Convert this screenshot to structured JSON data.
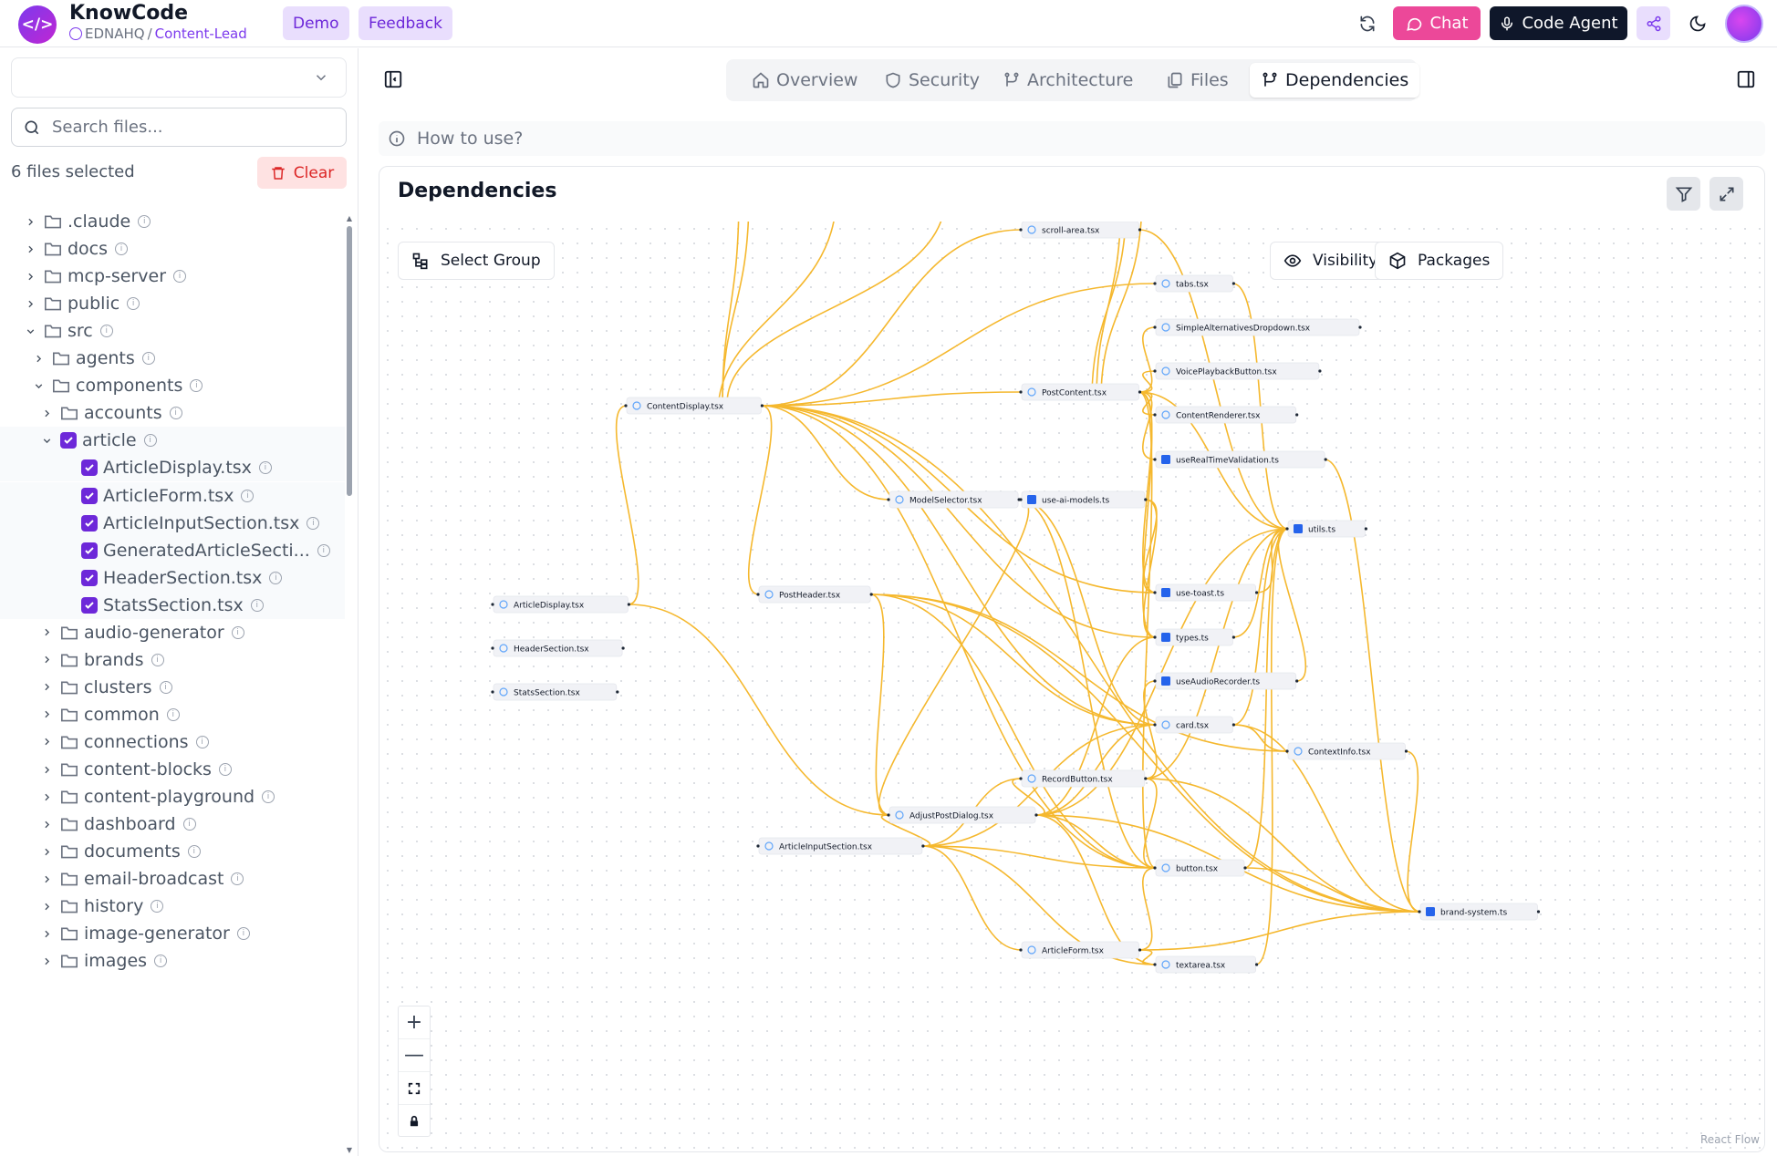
{
  "header": {
    "logo_glyph": "</>",
    "title": "KnowCode",
    "org": "EDNAHQ",
    "separator": "/",
    "repo": "Content-Lead",
    "demo_label": "Demo",
    "feedback_label": "Feedback",
    "chat_label": "Chat",
    "agent_label": "Code Agent",
    "accent": "#7c3aed",
    "chat_color": "#ec4899"
  },
  "sidebar": {
    "search_placeholder": "Search files...",
    "selected_text": "6 files selected",
    "clear_label": "Clear",
    "tree": [
      {
        "label": ".claude",
        "type": "folder",
        "depth": 0,
        "expanded": false
      },
      {
        "label": "docs",
        "type": "folder",
        "depth": 0,
        "expanded": false
      },
      {
        "label": "mcp-server",
        "type": "folder",
        "depth": 0,
        "expanded": false
      },
      {
        "label": "public",
        "type": "folder",
        "depth": 0,
        "expanded": false
      },
      {
        "label": "src",
        "type": "folder",
        "depth": 0,
        "expanded": true
      },
      {
        "label": "agents",
        "type": "folder",
        "depth": 1,
        "expanded": false
      },
      {
        "label": "components",
        "type": "folder",
        "depth": 1,
        "expanded": true
      },
      {
        "label": "accounts",
        "type": "folder",
        "depth": 2,
        "expanded": false
      },
      {
        "label": "article",
        "type": "checked-folder",
        "depth": 2,
        "expanded": true
      },
      {
        "label": "ArticleDisplay.tsx",
        "type": "checked-file",
        "depth": 3
      },
      {
        "label": "ArticleForm.tsx",
        "type": "checked-file",
        "depth": 3
      },
      {
        "label": "ArticleInputSection.tsx",
        "type": "checked-file",
        "depth": 3
      },
      {
        "label": "GeneratedArticleSecti...",
        "type": "checked-file",
        "depth": 3
      },
      {
        "label": "HeaderSection.tsx",
        "type": "checked-file",
        "depth": 3
      },
      {
        "label": "StatsSection.tsx",
        "type": "checked-file",
        "depth": 3
      },
      {
        "label": "audio-generator",
        "type": "folder",
        "depth": 2,
        "expanded": false
      },
      {
        "label": "brands",
        "type": "folder",
        "depth": 2,
        "expanded": false
      },
      {
        "label": "clusters",
        "type": "folder",
        "depth": 2,
        "expanded": false
      },
      {
        "label": "common",
        "type": "folder",
        "depth": 2,
        "expanded": false
      },
      {
        "label": "connections",
        "type": "folder",
        "depth": 2,
        "expanded": false
      },
      {
        "label": "content-blocks",
        "type": "folder",
        "depth": 2,
        "expanded": false
      },
      {
        "label": "content-playground",
        "type": "folder",
        "depth": 2,
        "expanded": false
      },
      {
        "label": "dashboard",
        "type": "folder",
        "depth": 2,
        "expanded": false
      },
      {
        "label": "documents",
        "type": "folder",
        "depth": 2,
        "expanded": false
      },
      {
        "label": "email-broadcast",
        "type": "folder",
        "depth": 2,
        "expanded": false
      },
      {
        "label": "history",
        "type": "folder",
        "depth": 2,
        "expanded": false
      },
      {
        "label": "image-generator",
        "type": "folder",
        "depth": 2,
        "expanded": false
      },
      {
        "label": "images",
        "type": "folder",
        "depth": 2,
        "expanded": false
      }
    ]
  },
  "tabs": [
    {
      "label": "Overview",
      "icon": "home-icon",
      "active": false
    },
    {
      "label": "Security",
      "icon": "shield-icon",
      "active": false
    },
    {
      "label": "Architecture",
      "icon": "architecture-icon",
      "active": false
    },
    {
      "label": "Files",
      "icon": "files-icon",
      "active": false
    },
    {
      "label": "Dependencies",
      "icon": "dependencies-icon",
      "active": true
    }
  ],
  "howto_label": "How to use?",
  "panel": {
    "title": "Dependencies",
    "select_group_label": "Select Group",
    "visibility_label": "Visibility",
    "packages_label": "Packages",
    "attribution": "React Flow",
    "edge_color": "#f5b82e"
  },
  "graph": {
    "nodes": [
      {
        "id": "scroll",
        "label": "scroll-area.tsx",
        "kind": "react"
      },
      {
        "id": "tabs",
        "label": "tabs.tsx",
        "kind": "react"
      },
      {
        "id": "simplealt",
        "label": "SimpleAlternativesDropdown.tsx",
        "kind": "react"
      },
      {
        "id": "voice",
        "label": "VoicePlaybackButton.tsx",
        "kind": "react"
      },
      {
        "id": "postcontent",
        "label": "PostContent.tsx",
        "kind": "react"
      },
      {
        "id": "contentdisplay",
        "label": "ContentDisplay.tsx",
        "kind": "react"
      },
      {
        "id": "contentrenderer",
        "label": "ContentRenderer.tsx",
        "kind": "react"
      },
      {
        "id": "realtime",
        "label": "useRealTimeValidation.ts",
        "kind": "ts"
      },
      {
        "id": "modelselector",
        "label": "ModelSelector.tsx",
        "kind": "react"
      },
      {
        "id": "aimodels",
        "label": "use-ai-models.ts",
        "kind": "ts"
      },
      {
        "id": "utils",
        "label": "utils.ts",
        "kind": "ts"
      },
      {
        "id": "toast",
        "label": "use-toast.ts",
        "kind": "ts"
      },
      {
        "id": "articledisplay",
        "label": "ArticleDisplay.tsx",
        "kind": "react"
      },
      {
        "id": "postheader",
        "label": "PostHeader.tsx",
        "kind": "react"
      },
      {
        "id": "types",
        "label": "types.ts",
        "kind": "ts"
      },
      {
        "id": "headersection",
        "label": "HeaderSection.tsx",
        "kind": "react"
      },
      {
        "id": "audiorecorder",
        "label": "useAudioRecorder.ts",
        "kind": "ts"
      },
      {
        "id": "statssection",
        "label": "StatsSection.tsx",
        "kind": "react"
      },
      {
        "id": "card",
        "label": "card.tsx",
        "kind": "react"
      },
      {
        "id": "contextinfo",
        "label": "ContextInfo.tsx",
        "kind": "react"
      },
      {
        "id": "recordbutton",
        "label": "RecordButton.tsx",
        "kind": "react"
      },
      {
        "id": "adjustpost",
        "label": "AdjustPostDialog.tsx",
        "kind": "react"
      },
      {
        "id": "articleinput",
        "label": "ArticleInputSection.tsx",
        "kind": "react"
      },
      {
        "id": "button",
        "label": "button.tsx",
        "kind": "react"
      },
      {
        "id": "brandsystem",
        "label": "brand-system.ts",
        "kind": "ts"
      },
      {
        "id": "articleform",
        "label": "ArticleForm.tsx",
        "kind": "react"
      },
      {
        "id": "textarea",
        "label": "textarea.tsx",
        "kind": "react"
      }
    ],
    "edges": [
      [
        "articledisplay",
        "contentdisplay"
      ],
      [
        "articledisplay",
        "adjustpost"
      ],
      [
        "contentdisplay",
        "scroll"
      ],
      [
        "contentdisplay",
        "tabs"
      ],
      [
        "contentdisplay",
        "postcontent"
      ],
      [
        "contentdisplay",
        "postheader"
      ],
      [
        "contentdisplay",
        "modelselector"
      ],
      [
        "contentdisplay",
        "button"
      ],
      [
        "contentdisplay",
        "card"
      ],
      [
        "contentdisplay",
        "brandsystem"
      ],
      [
        "contentdisplay",
        "toast"
      ],
      [
        "contentdisplay",
        "types"
      ],
      [
        "postcontent",
        "simplealt"
      ],
      [
        "postcontent",
        "voice"
      ],
      [
        "postcontent",
        "contentrenderer"
      ],
      [
        "postcontent",
        "realtime"
      ],
      [
        "postcontent",
        "utils"
      ],
      [
        "postcontent",
        "toast"
      ],
      [
        "postcontent",
        "types"
      ],
      [
        "postcontent",
        "button"
      ],
      [
        "modelselector",
        "aimodels"
      ],
      [
        "modelselector",
        "adjustpost"
      ],
      [
        "modelselector",
        "button"
      ],
      [
        "modelselector",
        "card"
      ],
      [
        "aimodels",
        "toast"
      ],
      [
        "aimodels",
        "types"
      ],
      [
        "postheader",
        "adjustpost"
      ],
      [
        "postheader",
        "button"
      ],
      [
        "postheader",
        "card"
      ],
      [
        "postheader",
        "brandsystem"
      ],
      [
        "postheader",
        "contextinfo"
      ],
      [
        "adjustpost",
        "recordbutton"
      ],
      [
        "adjustpost",
        "button"
      ],
      [
        "adjustpost",
        "card"
      ],
      [
        "adjustpost",
        "textarea"
      ],
      [
        "adjustpost",
        "types"
      ],
      [
        "adjustpost",
        "utils"
      ],
      [
        "adjustpost",
        "brandsystem"
      ],
      [
        "recordbutton",
        "audiorecorder"
      ],
      [
        "recordbutton",
        "button"
      ],
      [
        "recordbutton",
        "brandsystem"
      ],
      [
        "recordbutton",
        "utils"
      ],
      [
        "articleinput",
        "adjustpost"
      ],
      [
        "articleinput",
        "button"
      ],
      [
        "articleinput",
        "card"
      ],
      [
        "articleinput",
        "articleform"
      ],
      [
        "articleinput",
        "textarea"
      ],
      [
        "articleinput",
        "recordbutton"
      ],
      [
        "articleform",
        "button"
      ],
      [
        "articleform",
        "textarea"
      ],
      [
        "articleform",
        "brandsystem"
      ],
      [
        "card",
        "utils"
      ],
      [
        "card",
        "contextinfo"
      ],
      [
        "card",
        "brandsystem"
      ],
      [
        "button",
        "utils"
      ],
      [
        "button",
        "brandsystem"
      ],
      [
        "types",
        "utils"
      ],
      [
        "contextinfo",
        "brandsystem"
      ],
      [
        "textarea",
        "utils"
      ],
      [
        "toast",
        "utils"
      ],
      [
        "audiorecorder",
        "utils"
      ],
      [
        "tabs",
        "utils"
      ],
      [
        "scroll",
        "utils"
      ],
      [
        "realtime",
        "brandsystem"
      ]
    ]
  }
}
